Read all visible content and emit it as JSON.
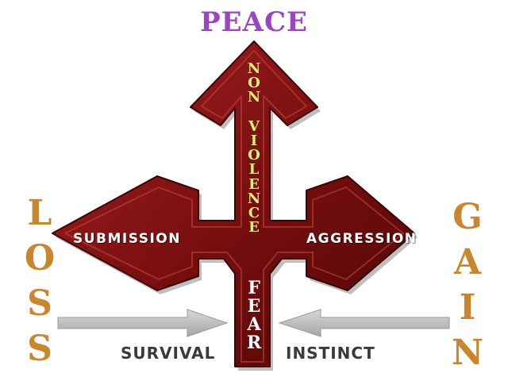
{
  "title": "PEACE",
  "vertical_center_label": "NON VIOLENCE",
  "bottom_center_label": "FEAR",
  "left_arm_label": "SUBMISSION",
  "right_arm_label": "AGGRESSION",
  "left_side_label": "LOSS",
  "right_side_label": "GAIN",
  "bottom_left_label": "SURVIVAL",
  "bottom_right_label": "INSTINCT",
  "colors": {
    "title": "#9b44c4",
    "side_labels": "#c9862e",
    "vertical_label": "#d9ef7a",
    "arrow_fill": "#7c1010",
    "arrow_edge": "#3a0404",
    "gray_arrow": "#b8b8b8"
  }
}
